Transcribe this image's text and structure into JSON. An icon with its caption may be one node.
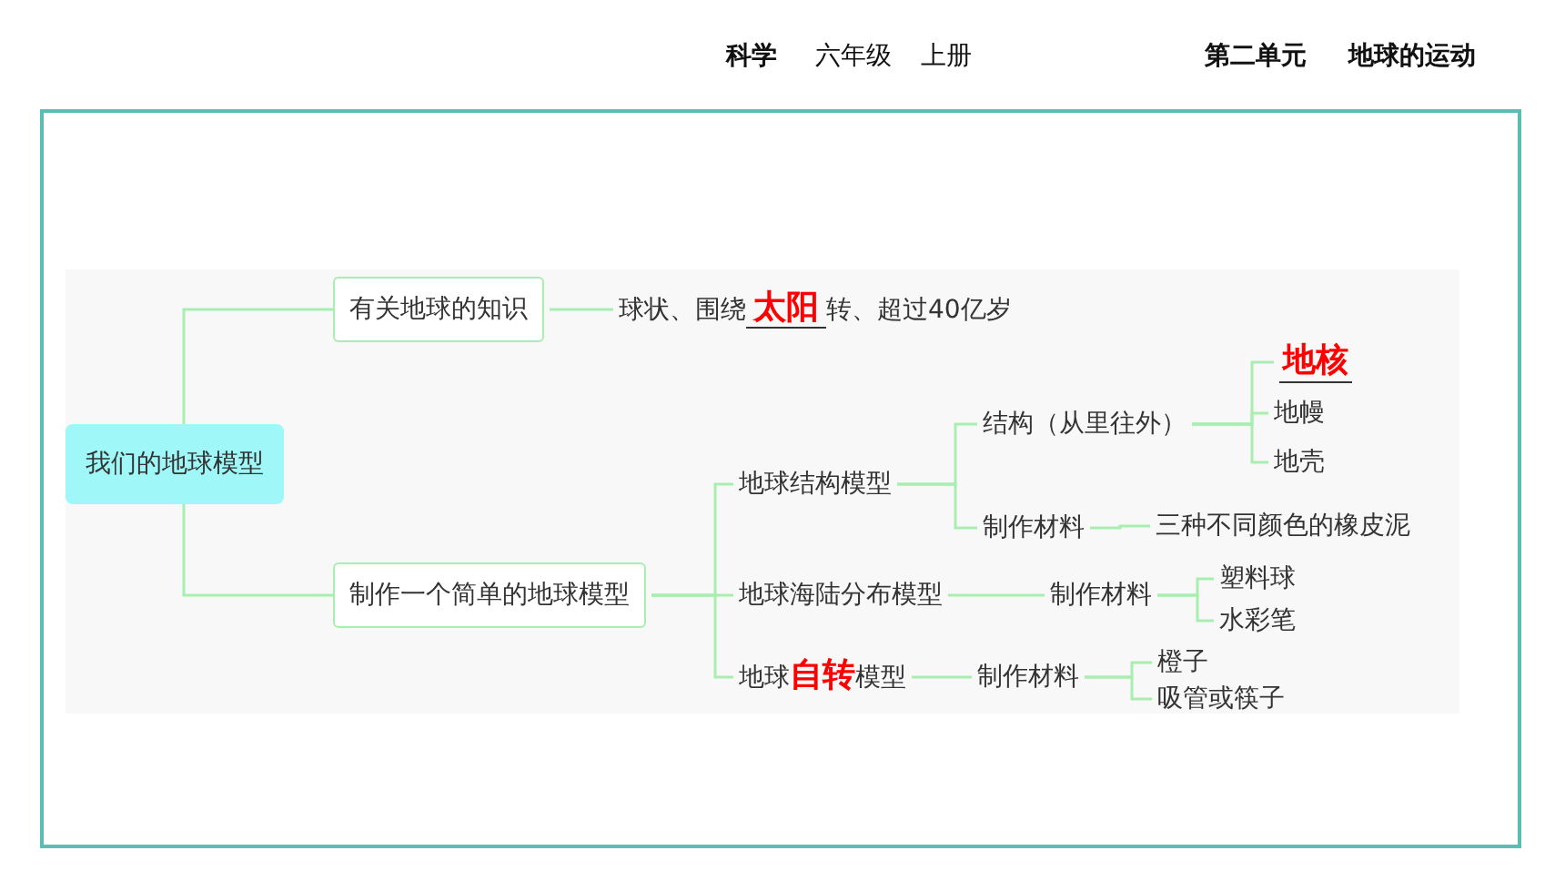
{
  "diagram": {
    "nodes": [
      {
        "text": [
          "我们的地球模型"
        ]
      },
      {
        "text": [
          "有关地球的知识"
        ]
      },
      {
        "text": [
          "球状、围绕**太阳**转、超过40亿岁"
        ]
      },
      {
        "text": [
          "制作一个简单的地球模型"
        ]
      },
      {
        "text": [
          "地球结构模型"
        ]
      },
      {
        "text": [
          "结构（从里往外）"
        ]
      },
      {
        "text": [
          "地核"
        ]
      },
      {
        "text": [
          "地幔"
        ]
      },
      {
        "text": [
          "地壳"
        ]
      },
      {
        "text": [
          "制作材料"
        ]
      },
      {
        "text": [
          "三种不同颜色的橡皮泥"
        ]
      },
      {
        "text": [
          "地球海陆分布模型"
        ]
      },
      {
        "text": [
          "制作材料"
        ]
      },
      {
        "text": [
          "塑料球"
        ]
      },
      {
        "text": [
          "水彩笔"
        ]
      },
      {
        "text": [
          "地球**自转**模型"
        ]
      },
      {
        "text": [
          "制作材料"
        ]
      },
      {
        "text": [
          "橙子"
        ]
      },
      {
        "text": [
          "吸管或筷子"
        ]
      }
    ],
    "edges": [
      {
        "from": 0,
        "to": 1,
        "arrow": "none"
      },
      {
        "from": 0,
        "to": 3,
        "arrow": "none"
      },
      {
        "from": 1,
        "to": 2,
        "arrow": "none"
      },
      {
        "from": 3,
        "to": 4,
        "arrow": "none"
      },
      {
        "from": 3,
        "to": 11,
        "arrow": "none"
      },
      {
        "from": 3,
        "to": 15,
        "arrow": "none"
      },
      {
        "from": 4,
        "to": 5,
        "arrow": "none"
      },
      {
        "from": 4,
        "to": 9,
        "arrow": "none"
      },
      {
        "from": 5,
        "to": 6,
        "arrow": "none"
      },
      {
        "from": 5,
        "to": 7,
        "arrow": "none"
      },
      {
        "from": 5,
        "to": 8,
        "arrow": "none"
      },
      {
        "from": 9,
        "to": 10,
        "arrow": "none"
      },
      {
        "from": 11,
        "to": 12,
        "arrow": "none"
      },
      {
        "from": 12,
        "to": 13,
        "arrow": "none"
      },
      {
        "from": 12,
        "to": 14,
        "arrow": "none"
      },
      {
        "from": 15,
        "to": 16,
        "arrow": "none"
      },
      {
        "from": 16,
        "to": 17,
        "arrow": "none"
      },
      {
        "from": 16,
        "to": 18,
        "arrow": "none"
      }
    ],
    "labels": [
      "科学",
      "六年级",
      "上册",
      "第二单元",
      "地球的运动"
    ]
  }
}
